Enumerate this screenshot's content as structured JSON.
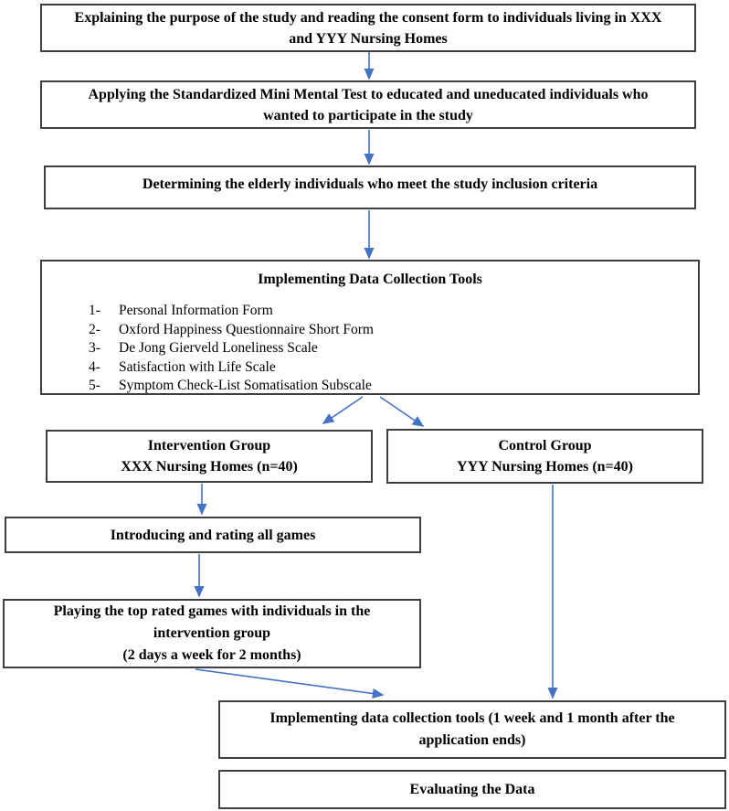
{
  "colors": {
    "arrow_blue": "#4472C4",
    "box_border": "#3f3f3f",
    "text": "#000000",
    "background": "#ffffff"
  },
  "flowchart": {
    "consent": {
      "text": "Explaining the purpose of the study and reading the consent form to individuals living in XXX and YYY Nursing Homes"
    },
    "mini_mental": {
      "text": "Applying the Standardized Mini Mental Test to educated and uneducated individuals who wanted to participate in the study"
    },
    "inclusion": {
      "text": "Determining the elderly individuals who meet the study inclusion criteria"
    },
    "tools": {
      "title": "Implementing Data Collection Tools",
      "items": [
        {
          "num": "1-",
          "label": "Personal Information Form"
        },
        {
          "num": "2-",
          "label": "Oxford Happiness Questionnaire Short Form"
        },
        {
          "num": "3-",
          "label": "De Jong Gierveld Loneliness Scale"
        },
        {
          "num": "4-",
          "label": "Satisfaction with Life Scale"
        },
        {
          "num": "5-",
          "label": "Symptom Check-List Somatisation Subscale"
        }
      ]
    },
    "intervention_group": {
      "line1": "Intervention Group",
      "line2": "XXX Nursing Homes (n=40)"
    },
    "control_group": {
      "line1": "Control Group",
      "line2": "YYY Nursing Homes (n=40)"
    },
    "introducing": {
      "text": "Introducing and rating all games"
    },
    "playing": {
      "text": "Playing the top rated games with individuals in the intervention group",
      "note": "(2 days a week for 2 months)"
    },
    "post_collection": {
      "text": "Implementing data collection tools (1 week and 1 month after the application ends)"
    },
    "evaluating": {
      "text": "Evaluating the Data"
    }
  }
}
